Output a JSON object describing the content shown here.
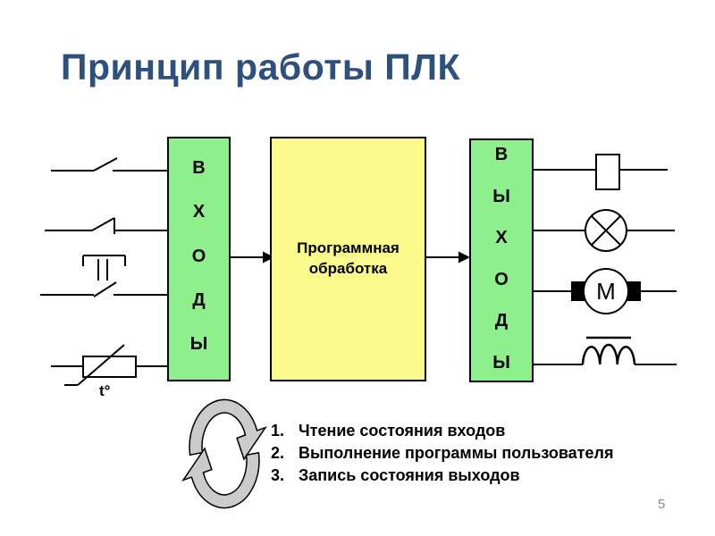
{
  "slide": {
    "title": "Принцип работы ПЛК",
    "page_number": "5"
  },
  "colors": {
    "title_color": "#2D507D",
    "box_green": "#8DF08D",
    "box_yellow": "#FAFA8C",
    "line_color": "#000000",
    "icon_gray": "#CBCBCB",
    "page_number_color": "#8A8A8A"
  },
  "diagram": {
    "inputs_box": {
      "word": "ВХОДЫ",
      "letters": [
        "В",
        "Х",
        "О",
        "Д",
        "Ы"
      ]
    },
    "process_box": {
      "label": "Программная обработка"
    },
    "outputs_box": {
      "word": "ВЫХОДЫ",
      "letters": [
        "В",
        "Ы",
        "Х",
        "О",
        "Д",
        "Ы"
      ]
    },
    "input_symbols": [
      "normally-open-contact",
      "limit-switch-contact",
      "push-button-contact",
      "thermistor-temperature-sensor"
    ],
    "thermistor_label": "t°",
    "output_symbols": [
      "relay-coil",
      "lamp",
      "motor",
      "solenoid-coil"
    ],
    "motor_label": "M"
  },
  "cycle": {
    "icon": "circular-arrows-icon",
    "steps": [
      {
        "num": "1.",
        "text": "Чтение состояния входов"
      },
      {
        "num": "2.",
        "text": "Выполнение программы пользователя"
      },
      {
        "num": "3.",
        "text": "Запись состояния выходов"
      }
    ]
  }
}
